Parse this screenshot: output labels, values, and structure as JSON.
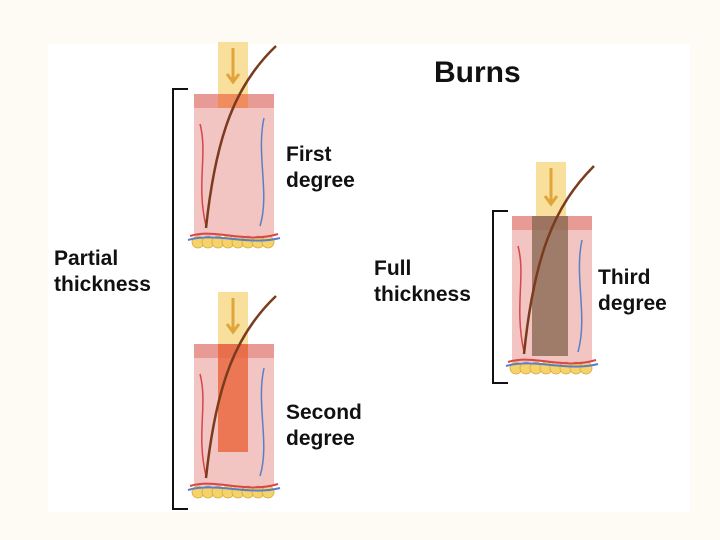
{
  "title": "Burns",
  "labels": {
    "partial_thickness": "Partial\nthickness",
    "full_thickness": "Full\nthickness",
    "first_degree": "First\ndegree",
    "second_degree": "Second\ndegree",
    "third_degree": "Third\ndegree"
  },
  "colors": {
    "skin": "#f2c4c2",
    "epidermis": "#e89a94",
    "fat": "#f6d36a",
    "heat": "#f7d98a",
    "burn_first": "#f08a50",
    "burn_second": "#e8643a",
    "burn_third": "#8a6a52",
    "hair": "#7a3b1e",
    "vessel_red": "#d8454a",
    "vessel_blue": "#5a7fc8"
  },
  "burn_levels": [
    "first",
    "second",
    "third"
  ]
}
